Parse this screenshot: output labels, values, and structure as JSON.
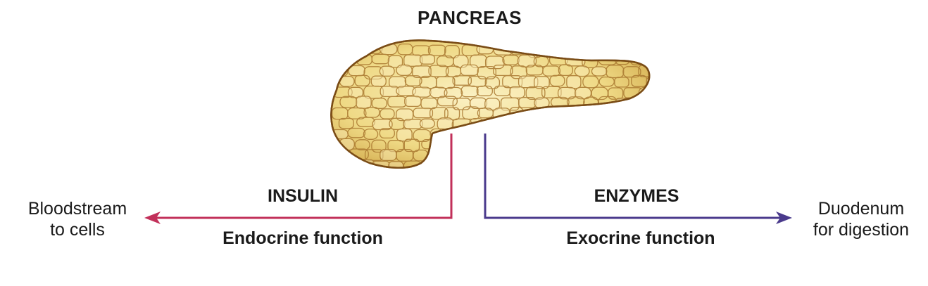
{
  "title": "PANCREAS",
  "left_branch": {
    "hormone": "INSULIN",
    "function": "Endocrine function",
    "destination_line1": "Bloodstream",
    "destination_line2": "to cells",
    "color": "#c2305a"
  },
  "right_branch": {
    "hormone": "ENZYMES",
    "function": "Exocrine function",
    "destination_line1": "Duodenum",
    "destination_line2": "for digestion",
    "color": "#4a3a8c"
  },
  "organ_colors": {
    "fill": "#f0dc8a",
    "highlight": "#faf0be",
    "outline": "#8a5a1e"
  }
}
